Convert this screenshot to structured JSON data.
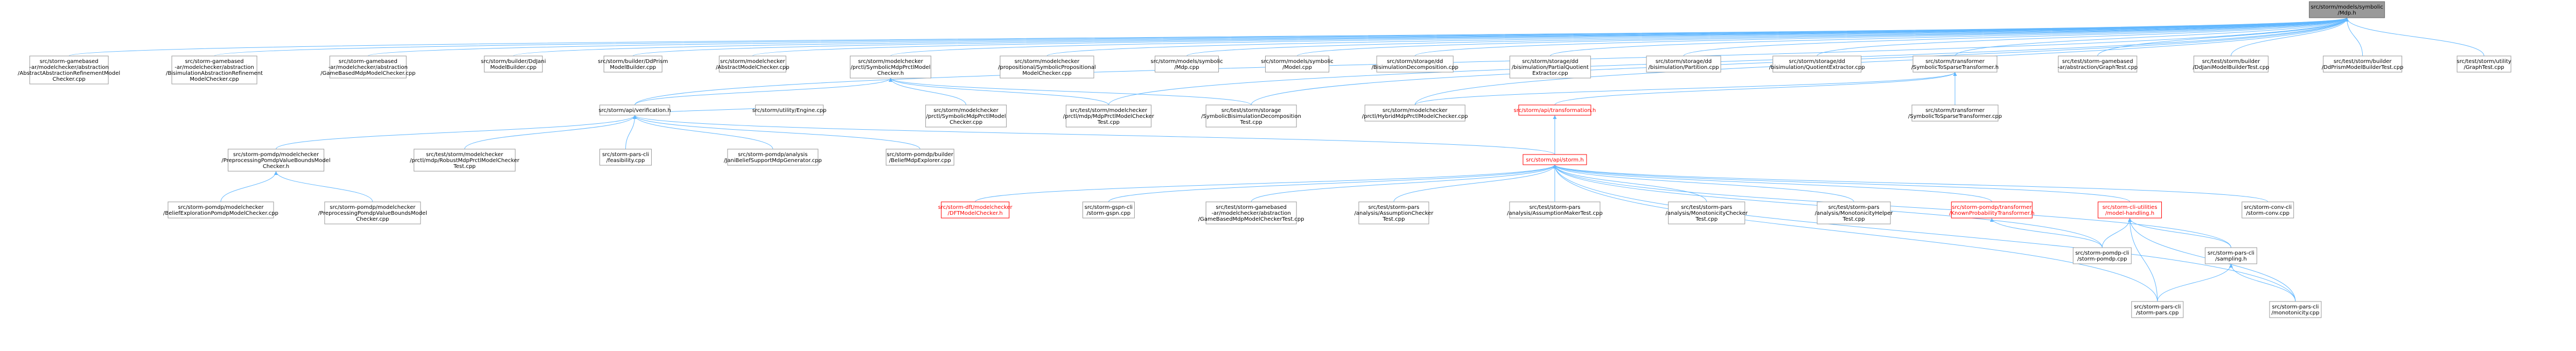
{
  "colors": {
    "edge": "#63b8ff",
    "node_border": "#999999",
    "root_fill": "#999999",
    "highlight": "#ff0000"
  },
  "nodes": [
    {
      "id": "root",
      "lines": [
        "src/storm/models/symbolic",
        "/Mdp.h"
      ],
      "style": "root"
    },
    {
      "id": "n1",
      "lines": [
        "src/storm-gamebased",
        "-ar/modelchecker/abstraction",
        "/AbstractAbstractionRefinementModel",
        "Checker.cpp"
      ]
    },
    {
      "id": "n2",
      "lines": [
        "src/storm-gamebased",
        "-ar/modelchecker/abstraction",
        "/BisimulationAbstractionRefinement",
        "ModelChecker.cpp"
      ]
    },
    {
      "id": "n3",
      "lines": [
        "src/storm-gamebased",
        "-ar/modelchecker/abstraction",
        "/GameBasedMdpModelChecker.cpp"
      ]
    },
    {
      "id": "n4",
      "lines": [
        "src/storm/builder/DdJani",
        "ModelBuilder.cpp"
      ]
    },
    {
      "id": "n5",
      "lines": [
        "src/storm/builder/DdPrism",
        "ModelBuilder.cpp"
      ]
    },
    {
      "id": "n6",
      "lines": [
        "src/storm/modelchecker",
        "/AbstractModelChecker.cpp"
      ]
    },
    {
      "id": "n7",
      "lines": [
        "src/storm/modelchecker",
        "/prctl/SymbolicMdpPrctlModel",
        "Checker.h"
      ]
    },
    {
      "id": "n8",
      "lines": [
        "src/storm/modelchecker",
        "/propositional/SymbolicPropositional",
        "ModelChecker.cpp"
      ]
    },
    {
      "id": "n9",
      "lines": [
        "src/storm/models/symbolic",
        "/Mdp.cpp"
      ]
    },
    {
      "id": "n10",
      "lines": [
        "src/storm/models/symbolic",
        "/Model.cpp"
      ]
    },
    {
      "id": "n11",
      "lines": [
        "src/storm/storage/dd",
        "/BisimulationDecomposition.cpp"
      ]
    },
    {
      "id": "n12",
      "lines": [
        "src/storm/storage/dd",
        "/bisimulation/PartialQuotient",
        "Extractor.cpp"
      ]
    },
    {
      "id": "n13",
      "lines": [
        "src/storm/storage/dd",
        "/bisimulation/Partition.cpp"
      ]
    },
    {
      "id": "n14",
      "lines": [
        "src/storm/storage/dd",
        "/bisimulation/QuotientExtractor.cpp"
      ]
    },
    {
      "id": "n15",
      "lines": [
        "src/storm/transformer",
        "/SymbolicToSparseTransformer.h"
      ]
    },
    {
      "id": "n16",
      "lines": [
        "src/test/storm-gamebased",
        "-ar/abstraction/GraphTest.cpp"
      ]
    },
    {
      "id": "n17",
      "lines": [
        "src/test/storm/builder",
        "/DdJaniModelBuilderTest.cpp"
      ]
    },
    {
      "id": "n18",
      "lines": [
        "src/test/storm/builder",
        "/DdPrismModelBuilderTest.cpp"
      ]
    },
    {
      "id": "n19",
      "lines": [
        "src/test/storm/utility",
        "/GraphTest.cpp"
      ]
    },
    {
      "id": "n20",
      "lines": [
        "src/storm/api/verification.h"
      ]
    },
    {
      "id": "n21",
      "lines": [
        "src/storm/utility/Engine.cpp"
      ]
    },
    {
      "id": "n22",
      "lines": [
        "src/storm/modelchecker",
        "/prctl/SymbolicMdpPrctlModel",
        "Checker.cpp"
      ]
    },
    {
      "id": "n23",
      "lines": [
        "src/test/storm/modelchecker",
        "/prctl/mdp/MdpPrctlModelChecker",
        "Test.cpp"
      ]
    },
    {
      "id": "n24",
      "lines": [
        "src/test/storm/storage",
        "/SymbolicBisimulationDecomposition",
        "Test.cpp"
      ]
    },
    {
      "id": "n25",
      "lines": [
        "src/storm/modelchecker",
        "/prctl/HybridMdpPrctlModelChecker.cpp"
      ]
    },
    {
      "id": "n26",
      "lines": [
        "src/storm/api/transformation.h"
      ],
      "style": "red"
    },
    {
      "id": "n27",
      "lines": [
        "src/storm/transformer",
        "/SymbolicToSparseTransformer.cpp"
      ]
    },
    {
      "id": "n28",
      "lines": [
        "src/storm-pomdp/modelchecker",
        "/PreprocessingPomdpValueBoundsModel",
        "Checker.h"
      ]
    },
    {
      "id": "n29",
      "lines": [
        "src/test/storm/modelchecker",
        "/prctl/mdp/RobustMdpPrctlModelChecker",
        "Test.cpp"
      ]
    },
    {
      "id": "n30",
      "lines": [
        "src/storm-pars-cli",
        "/feasibility.cpp"
      ]
    },
    {
      "id": "n31",
      "lines": [
        "src/storm-pomdp/analysis",
        "/JaniBeliefSupportMdpGenerator.cpp"
      ]
    },
    {
      "id": "n32",
      "lines": [
        "src/storm-pomdp/builder",
        "/BeliefMdpExplorer.cpp"
      ]
    },
    {
      "id": "n33",
      "lines": [
        "src/storm/api/storm.h"
      ],
      "style": "red"
    },
    {
      "id": "n34",
      "lines": [
        "src/storm-pomdp/modelchecker",
        "/BeliefExplorationPomdpModelChecker.cpp"
      ]
    },
    {
      "id": "n35",
      "lines": [
        "src/storm-pomdp/modelchecker",
        "/PreprocessingPomdpValueBoundsModel",
        "Checker.cpp"
      ]
    },
    {
      "id": "n36",
      "lines": [
        "src/storm-dft/modelchecker",
        "/DFTModelChecker.h"
      ],
      "style": "red"
    },
    {
      "id": "n37",
      "lines": [
        "src/storm-gspn-cli",
        "/storm-gspn.cpp"
      ]
    },
    {
      "id": "n38",
      "lines": [
        "src/test/storm-gamebased",
        "-ar/modelchecker/abstraction",
        "/GameBasedMdpModelCheckerTest.cpp"
      ]
    },
    {
      "id": "n39",
      "lines": [
        "src/test/storm-pars",
        "/analysis/AssumptionChecker",
        "Test.cpp"
      ]
    },
    {
      "id": "n40",
      "lines": [
        "src/test/storm-pars",
        "/analysis/AssumptionMakerTest.cpp"
      ]
    },
    {
      "id": "n41",
      "lines": [
        "src/test/storm-pars",
        "/analysis/MonotonicityChecker",
        "Test.cpp"
      ]
    },
    {
      "id": "n42",
      "lines": [
        "src/test/storm-pars",
        "/analysis/MonotonicityHelper",
        "Test.cpp"
      ]
    },
    {
      "id": "n43",
      "lines": [
        "src/storm-pomdp/transformer",
        "/KnownProbabilityTransformer.h"
      ],
      "style": "red"
    },
    {
      "id": "n44",
      "lines": [
        "src/storm-cli-utilities",
        "/model-handling.h"
      ],
      "style": "red"
    },
    {
      "id": "n45",
      "lines": [
        "src/storm-conv-cli",
        "/storm-conv.cpp"
      ]
    },
    {
      "id": "n46",
      "lines": [
        "src/storm-pomdp-cli",
        "/storm-pomdp.cpp"
      ]
    },
    {
      "id": "n47",
      "lines": [
        "src/storm-pars-cli",
        "/sampling.h"
      ]
    },
    {
      "id": "n48",
      "lines": [
        "src/storm-pars-cli",
        "/storm-pars.cpp"
      ]
    },
    {
      "id": "n49",
      "lines": [
        "src/storm-pars-cli",
        "/monotonicity.cpp"
      ]
    }
  ],
  "edges": [
    [
      "root",
      "n1"
    ],
    [
      "root",
      "n2"
    ],
    [
      "root",
      "n3"
    ],
    [
      "root",
      "n4"
    ],
    [
      "root",
      "n5"
    ],
    [
      "root",
      "n6"
    ],
    [
      "root",
      "n7"
    ],
    [
      "root",
      "n8"
    ],
    [
      "root",
      "n9"
    ],
    [
      "root",
      "n10"
    ],
    [
      "root",
      "n11"
    ],
    [
      "root",
      "n12"
    ],
    [
      "root",
      "n13"
    ],
    [
      "root",
      "n14"
    ],
    [
      "root",
      "n15"
    ],
    [
      "root",
      "n16"
    ],
    [
      "root",
      "n17"
    ],
    [
      "root",
      "n18"
    ],
    [
      "root",
      "n19"
    ],
    [
      "root",
      "n20"
    ],
    [
      "root",
      "n23"
    ],
    [
      "root",
      "n24"
    ],
    [
      "root",
      "n25"
    ],
    [
      "n7",
      "n20"
    ],
    [
      "n7",
      "n22"
    ],
    [
      "n7",
      "n23"
    ],
    [
      "n7",
      "n24"
    ],
    [
      "n15",
      "n25"
    ],
    [
      "n15",
      "n26"
    ],
    [
      "n15",
      "n27"
    ],
    [
      "n20",
      "n21"
    ],
    [
      "n20",
      "n28"
    ],
    [
      "n20",
      "n29"
    ],
    [
      "n20",
      "n30"
    ],
    [
      "n20",
      "n31"
    ],
    [
      "n20",
      "n32"
    ],
    [
      "n20",
      "n33"
    ],
    [
      "n26",
      "n33"
    ],
    [
      "n28",
      "n34"
    ],
    [
      "n28",
      "n35"
    ],
    [
      "n33",
      "n36"
    ],
    [
      "n33",
      "n37"
    ],
    [
      "n33",
      "n38"
    ],
    [
      "n33",
      "n39"
    ],
    [
      "n33",
      "n40"
    ],
    [
      "n33",
      "n41"
    ],
    [
      "n33",
      "n42"
    ],
    [
      "n33",
      "n43"
    ],
    [
      "n33",
      "n44"
    ],
    [
      "n33",
      "n45"
    ],
    [
      "n33",
      "n46"
    ],
    [
      "n33",
      "n47"
    ],
    [
      "n33",
      "n48"
    ],
    [
      "n33",
      "n49"
    ],
    [
      "n43",
      "n46"
    ],
    [
      "n44",
      "n46"
    ],
    [
      "n44",
      "n47"
    ],
    [
      "n44",
      "n48"
    ],
    [
      "n44",
      "n49"
    ],
    [
      "n47",
      "n48"
    ],
    [
      "n47",
      "n49"
    ]
  ]
}
